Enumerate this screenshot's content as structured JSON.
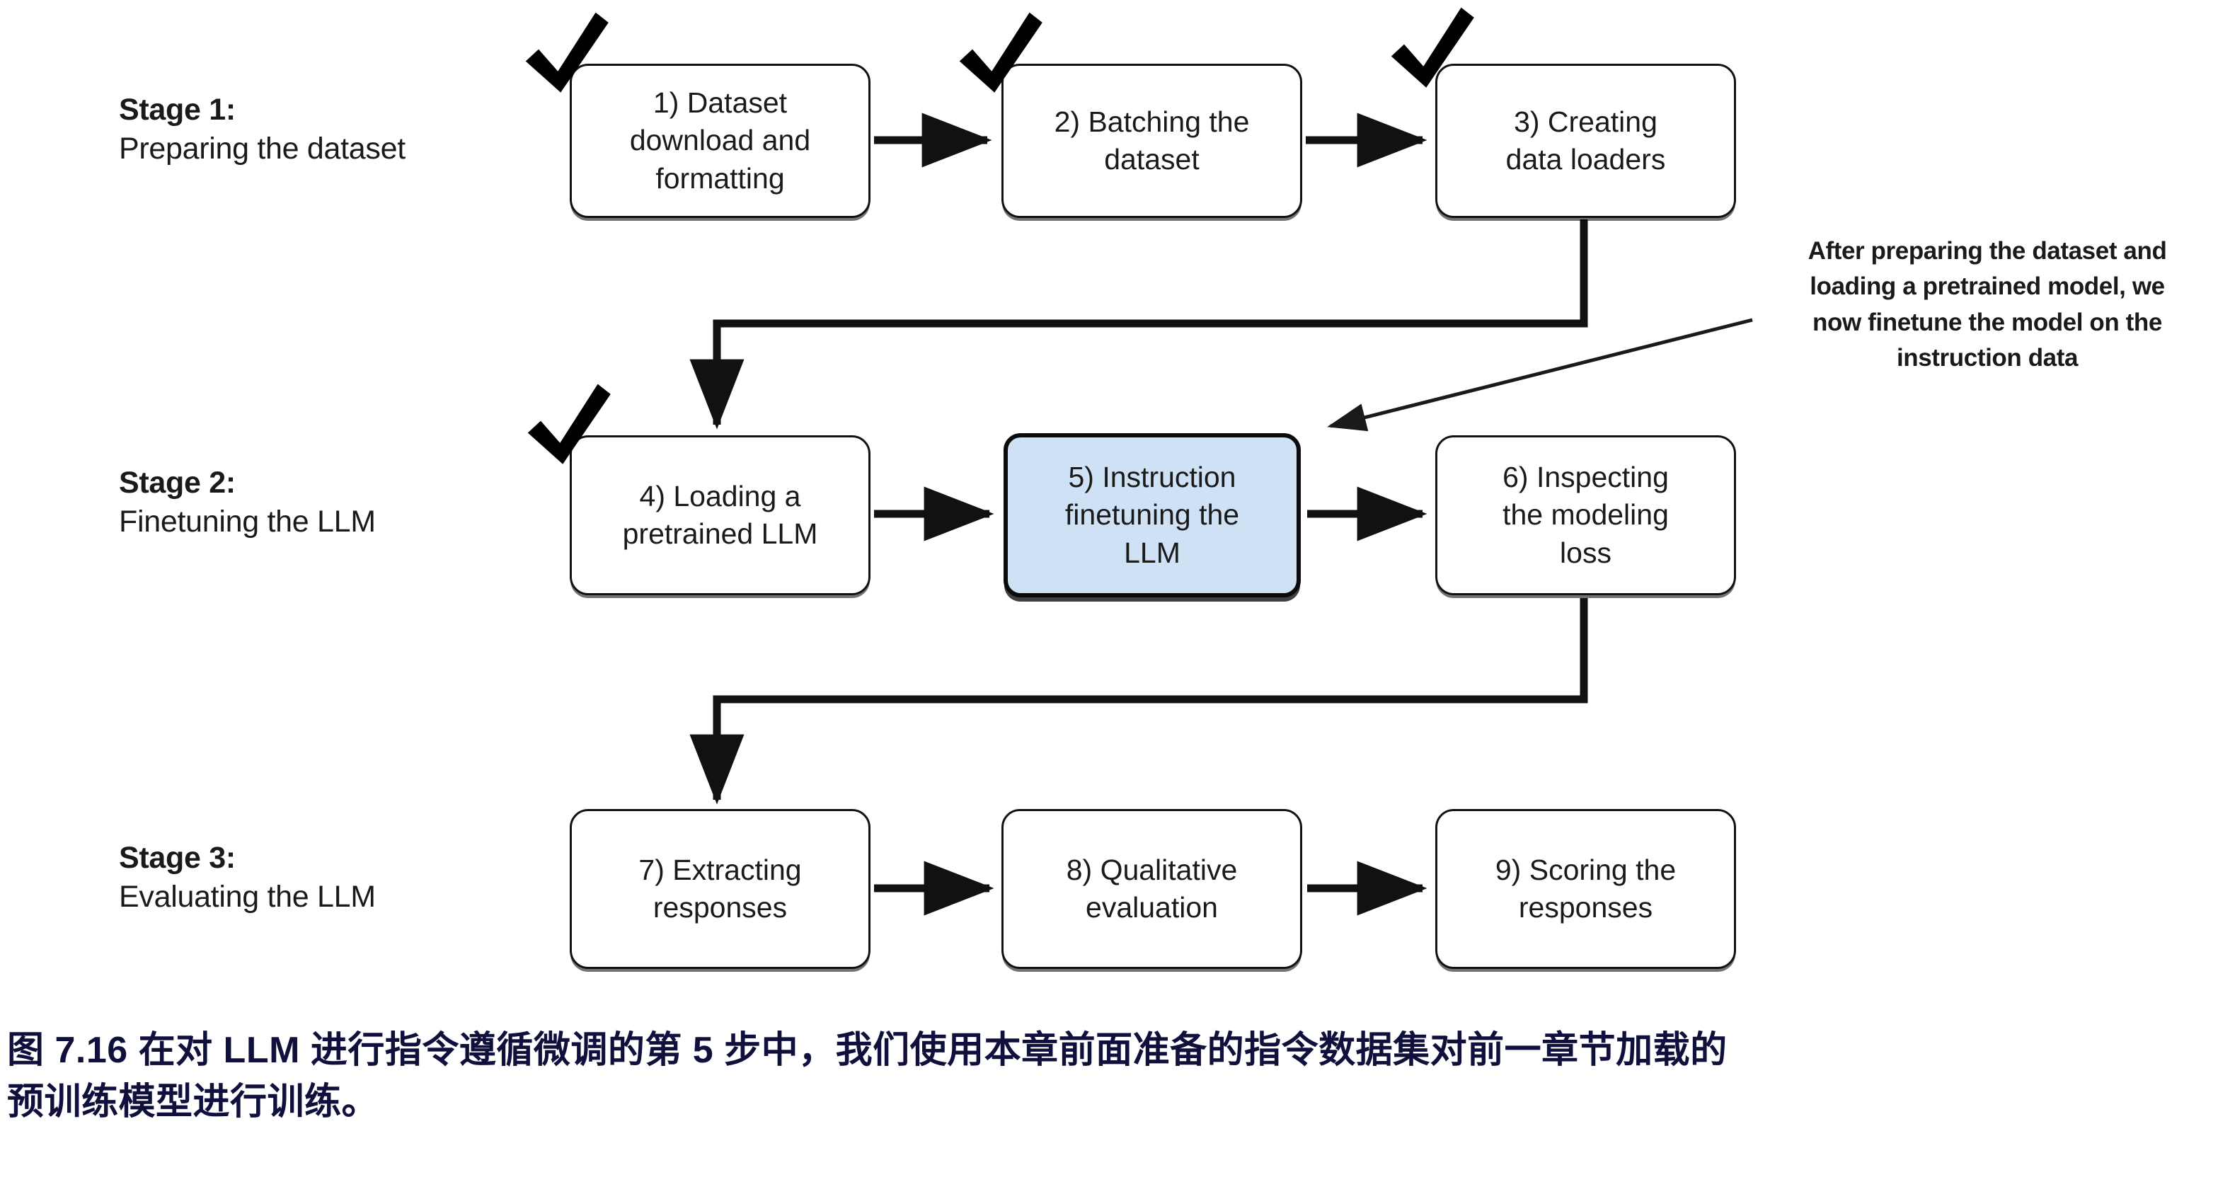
{
  "figure": {
    "title_id": "7.16",
    "accent_color": "#cfe1f5",
    "caption_color": "#10103c",
    "line_color": "#111111"
  },
  "stages": [
    {
      "title": "Stage 1:",
      "subtitle": "Preparing the dataset"
    },
    {
      "title": "Stage 2:",
      "subtitle": "Finetuning the LLM"
    },
    {
      "title": "Stage 3:",
      "subtitle": "Evaluating the LLM"
    }
  ],
  "nodes": [
    {
      "id": 1,
      "lines": [
        "1) Dataset",
        "download and",
        "formatting"
      ],
      "checked": true,
      "highlighted": false
    },
    {
      "id": 2,
      "lines": [
        "2) Batching the",
        "dataset"
      ],
      "checked": true,
      "highlighted": false
    },
    {
      "id": 3,
      "lines": [
        "3) Creating",
        "data loaders"
      ],
      "checked": true,
      "highlighted": false
    },
    {
      "id": 4,
      "lines": [
        "4) Loading a",
        "pretrained LLM"
      ],
      "checked": true,
      "highlighted": false
    },
    {
      "id": 5,
      "lines": [
        "5) Instruction",
        "finetuning the",
        "LLM"
      ],
      "checked": false,
      "highlighted": true
    },
    {
      "id": 6,
      "lines": [
        "6) Inspecting",
        "the modeling",
        "loss"
      ],
      "checked": false,
      "highlighted": false
    },
    {
      "id": 7,
      "lines": [
        "7) Extracting",
        "responses"
      ],
      "checked": false,
      "highlighted": false
    },
    {
      "id": 8,
      "lines": [
        "8) Qualitative",
        "evaluation"
      ],
      "checked": false,
      "highlighted": false
    },
    {
      "id": 9,
      "lines": [
        "9) Scoring the",
        "responses"
      ],
      "checked": false,
      "highlighted": false
    }
  ],
  "annotation": {
    "lines": [
      "After preparing the dataset and",
      "loading a pretrained model, we",
      "now finetune the model on the",
      "instruction data"
    ]
  },
  "caption": {
    "line1": "图 7.16 在对 LLM 进行指令遵循微调的第 5 步中，我们使用本章前面准备的指令数据集对前一章节加载的",
    "line2": "预训练模型进行训练。"
  },
  "icons": {
    "checkmark": "check-icon"
  }
}
